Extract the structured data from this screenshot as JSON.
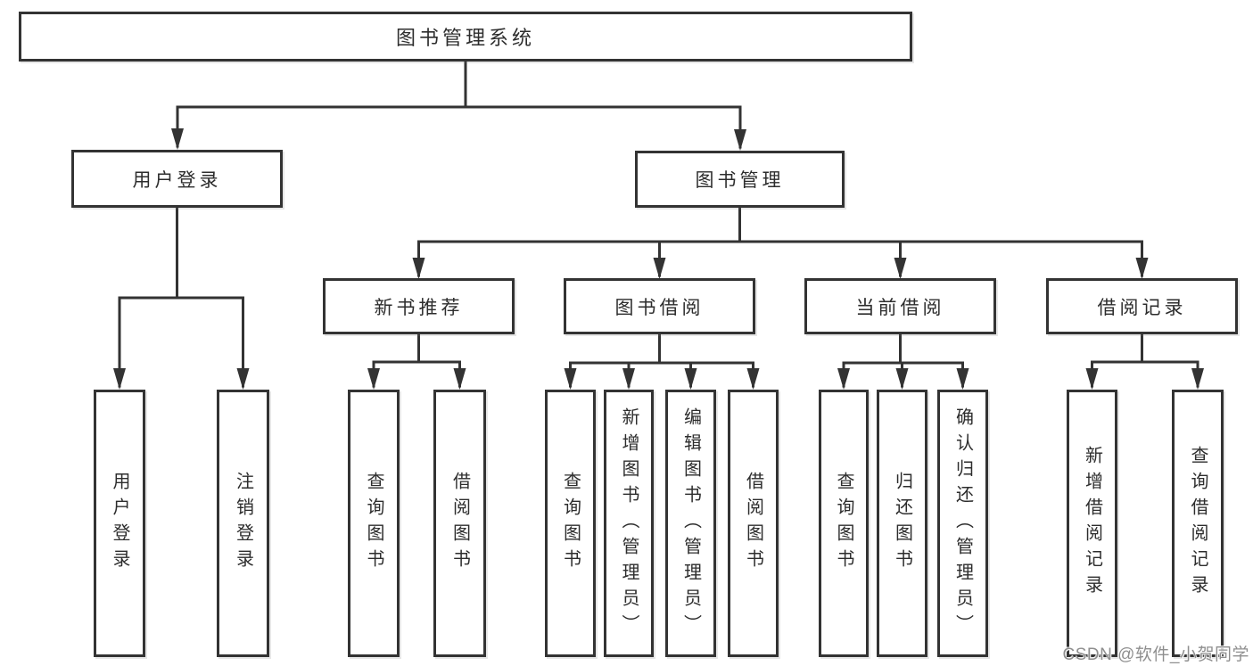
{
  "diagram": {
    "root": {
      "label": "图书管理系统"
    },
    "level2": [
      {
        "label": "用户登录"
      },
      {
        "label": "图书管理"
      }
    ],
    "level3": [
      {
        "label": "新书推荐"
      },
      {
        "label": "图书借阅"
      },
      {
        "label": "当前借阅"
      },
      {
        "label": "借阅记录"
      }
    ],
    "leaves": [
      {
        "label": "用户登录"
      },
      {
        "label": "注销登录"
      },
      {
        "label": "查询图书"
      },
      {
        "label": "借阅图书"
      },
      {
        "label": "查询图书"
      },
      {
        "label": "新增图书（管理员）"
      },
      {
        "label": "编辑图书（管理员）"
      },
      {
        "label": "借阅图书"
      },
      {
        "label": "查询图书"
      },
      {
        "label": "归还图书"
      },
      {
        "label": "确认归还（管理员）"
      },
      {
        "label": "新增借阅记录"
      },
      {
        "label": "查询借阅记录"
      }
    ],
    "colors": {
      "line": "#333333",
      "text": "#2d2d2d",
      "box_fill": "#ffffff",
      "watermark": "#8f8f8f"
    }
  },
  "watermark": {
    "text": "CSDN @软件_小贺同学"
  }
}
